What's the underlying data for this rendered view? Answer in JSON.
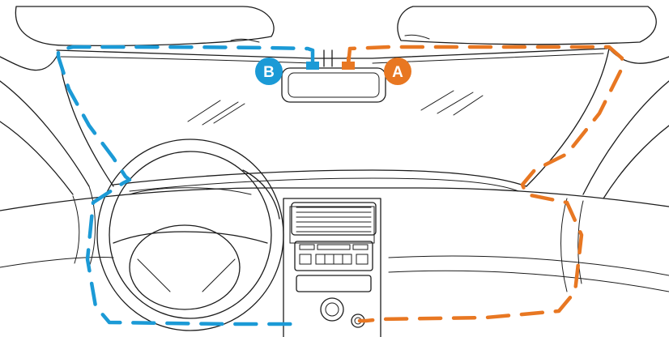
{
  "labels": {
    "camera_a": "A",
    "camera_b": "B"
  },
  "colors": {
    "route_a": "#e87722",
    "route_b": "#1b9ad6",
    "outline": "#1c1c1c",
    "background": "#ffffff"
  },
  "icons": [
    "windshield",
    "sun-visor-left",
    "sun-visor-right",
    "rearview-mirror",
    "steering-wheel",
    "center-air-vent",
    "radio-panel",
    "gear-knob",
    "power-socket",
    "camera-mount-a",
    "camera-mount-b"
  ]
}
